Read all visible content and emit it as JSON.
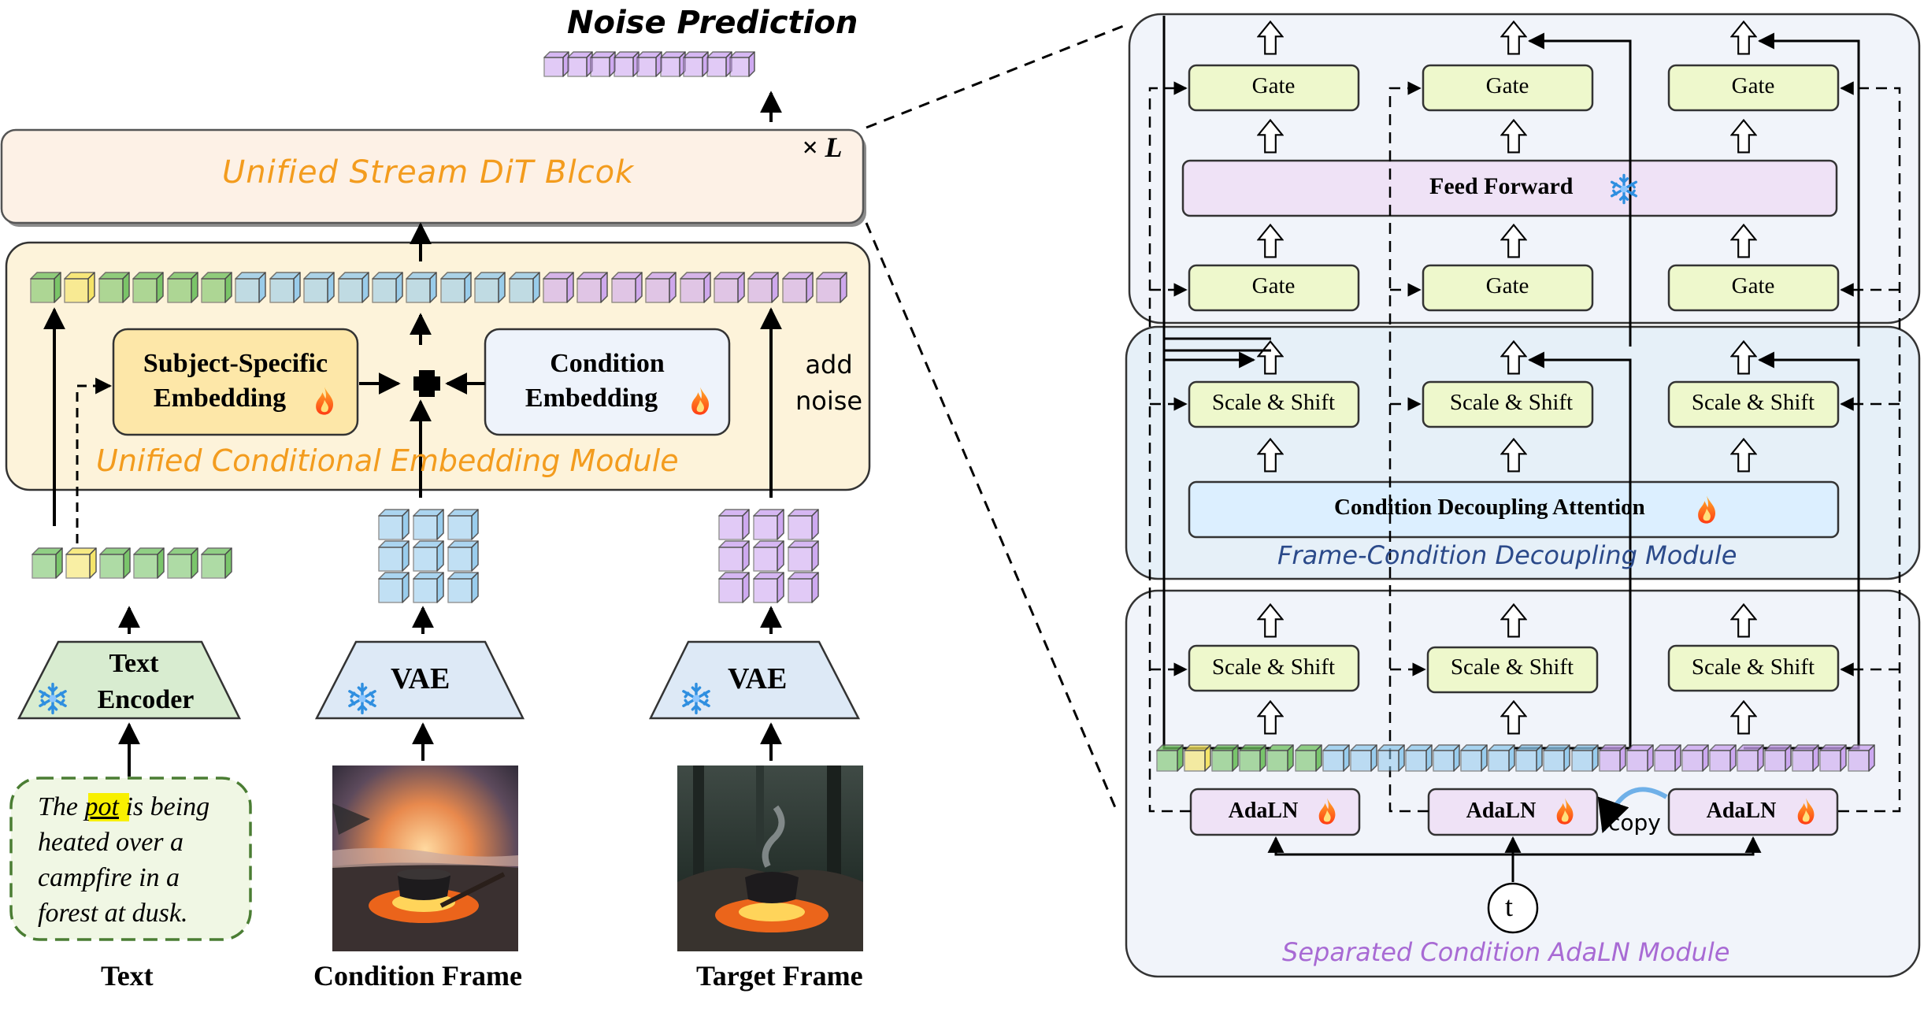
{
  "left": {
    "noise_prediction": "Noise Prediction",
    "dit_block": "Unified Stream DiT Blcok",
    "repeat": "× L",
    "subject_embedding": [
      "Subject-Specific",
      "Embedding"
    ],
    "condition_embedding": [
      "Condition",
      "Embedding"
    ],
    "add_noise": [
      "add",
      "noise"
    ],
    "module_title": "Unified Conditional Embedding Module",
    "text_encoder": [
      "Text",
      "Encoder"
    ],
    "vae_1": "VAE",
    "vae_2": "VAE",
    "prompt_before": "The ",
    "prompt_highlight": "pot",
    "prompt_lines": [
      "is being",
      "heated over a",
      "campfire in a",
      "forest at dusk."
    ],
    "label_text": "Text",
    "label_condition": "Condition Frame",
    "label_target": "Target Frame"
  },
  "right": {
    "gate": "Gate",
    "scale_shift": "Scale & Shift",
    "feed_forward": "Feed Forward",
    "cda": "Condition Decoupling Attention",
    "fcd_module": "Frame-Condition Decoupling Module",
    "adaln": "AdaLN",
    "copy": "copy",
    "t": "t",
    "sca_module": "Separated Condition AdaLN Module"
  },
  "colors": {
    "orange_title": "#f39c1e",
    "blue_title": "#2b4a8a",
    "purple_title": "#a86ad4",
    "text_token": "#6cbf5c",
    "subject_token": "#f5e35a",
    "cond_token": "#8fc8ec",
    "target_token": "#c9a0ef",
    "gate_fill": "#eef8cc",
    "feed_forward_fill": "#efe2f6",
    "cda_fill": "#dcefff",
    "adaln_fill": "#efe2f6",
    "embed_module_fill": "#fdf3da",
    "subject_embed_fill": "#fde7a8",
    "condition_embed_fill": "#eef3fb",
    "encoder_fill": "#d8ecd0",
    "vae_fill": "#dde9f6"
  },
  "icons": [
    "snowflake-icon",
    "flame-icon",
    "plus-icon",
    "arrow-up-icon"
  ]
}
